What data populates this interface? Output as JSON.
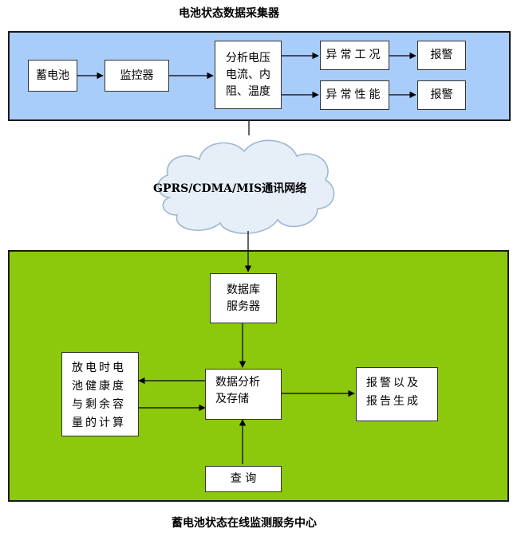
{
  "collector": {
    "title": "电池状态数据采集器",
    "battery": "蓄电池",
    "monitor": "监控器",
    "analyze": [
      "分析电压",
      "电流、内",
      "阻、温度"
    ],
    "abnormal_condition": "异常工况",
    "abnormal_performance": "异常性能",
    "alarm_1": "报警",
    "alarm_2": "报警"
  },
  "network": {
    "label": "GPRS/CDMA/MIS通讯网络"
  },
  "center": {
    "title": "蓄电池状态在线监测服务中心",
    "db_server": [
      "数据库",
      "服务器"
    ],
    "analysis": [
      "数据分析",
      "及存储"
    ],
    "discharge_calc": [
      "放电时电",
      "池健康度",
      "与剩余容",
      "量的计算"
    ],
    "report": [
      "报警以及",
      "报告生成"
    ],
    "query": "查 询"
  },
  "colors": {
    "collector_bg": "#a9cdfa",
    "center_bg": "#8cc90d",
    "cloud": "#e6eef8",
    "cloud_edge": "#9fb6d2"
  }
}
